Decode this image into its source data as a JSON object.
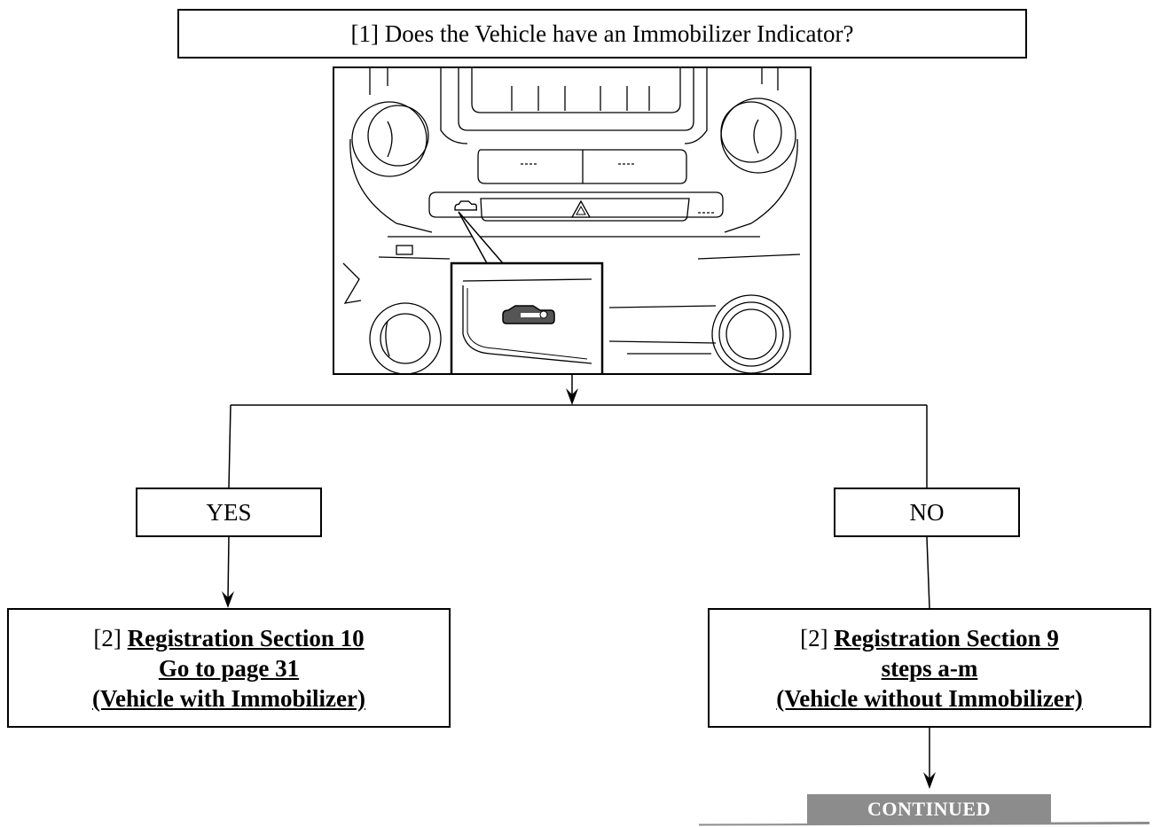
{
  "question": "[1] Does the Vehicle have an Immobilizer Indicator?",
  "branches": {
    "yes": "YES",
    "no": "NO"
  },
  "results": {
    "left": {
      "prefix": "[2]",
      "line1": "Registration Section 10",
      "line2": "Go to page 31",
      "line3": "(Vehicle with Immobilizer)"
    },
    "right": {
      "prefix": "[2]",
      "line1": "Registration Section 9",
      "line2": "steps a-m",
      "line3": "(Vehicle without Immobilizer)"
    }
  },
  "continued_label": "CONTINUED",
  "illustration": {
    "subject": "dashboard center console with immobilizer indicator",
    "icons": [
      "car-key-icon",
      "hazard-icon"
    ]
  },
  "colors": {
    "line": "#000000",
    "continued_bg": "#8c8c8c",
    "continued_text": "#ffffff"
  }
}
